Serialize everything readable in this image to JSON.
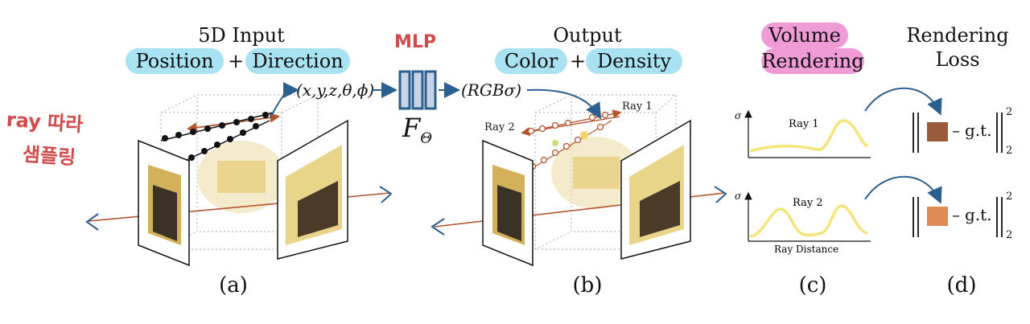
{
  "panel_a": {
    "heading": "5D Input",
    "pill_position": "Position",
    "plus": "+",
    "pill_direction": "Direction",
    "input_tuple": "(x,y,z,θ,ϕ)",
    "caption": "(a)"
  },
  "mlp": {
    "annotation": "MLP",
    "symbol": "F",
    "subscript": "Θ",
    "output_tuple": "(RGBσ)"
  },
  "panel_b": {
    "heading": "Output",
    "pill_color": "Color",
    "plus": "+",
    "pill_density": "Density",
    "ray1": "Ray 1",
    "ray2": "Ray 2",
    "caption": "(b)"
  },
  "panel_c": {
    "heading_line1": "Volume",
    "heading_line2": "Rendering",
    "sigma": "σ",
    "plot1_label": "Ray 1",
    "plot2_label": "Ray 2",
    "xlabel": "Ray Distance",
    "caption": "(c)"
  },
  "panel_d": {
    "heading_line1": "Rendering",
    "heading_line2": "Loss",
    "gt_label": "g.t.",
    "minus": "–",
    "sup": "2",
    "sub": "2",
    "caption": "(d)"
  },
  "handwritten": {
    "line1": "ray 따라",
    "line2": "샘플링"
  },
  "colors": {
    "pill_blue": "#a9e2f2",
    "pill_pink": "#ef9bd6",
    "arrow_blue": "#2b5f8f",
    "ray_orange": "#b4552e",
    "curve_yellow": "#f3e57a",
    "swatch1": "#9a5a3c",
    "swatch2": "#dd8a55",
    "handwriting_red": "#d24b4b"
  }
}
